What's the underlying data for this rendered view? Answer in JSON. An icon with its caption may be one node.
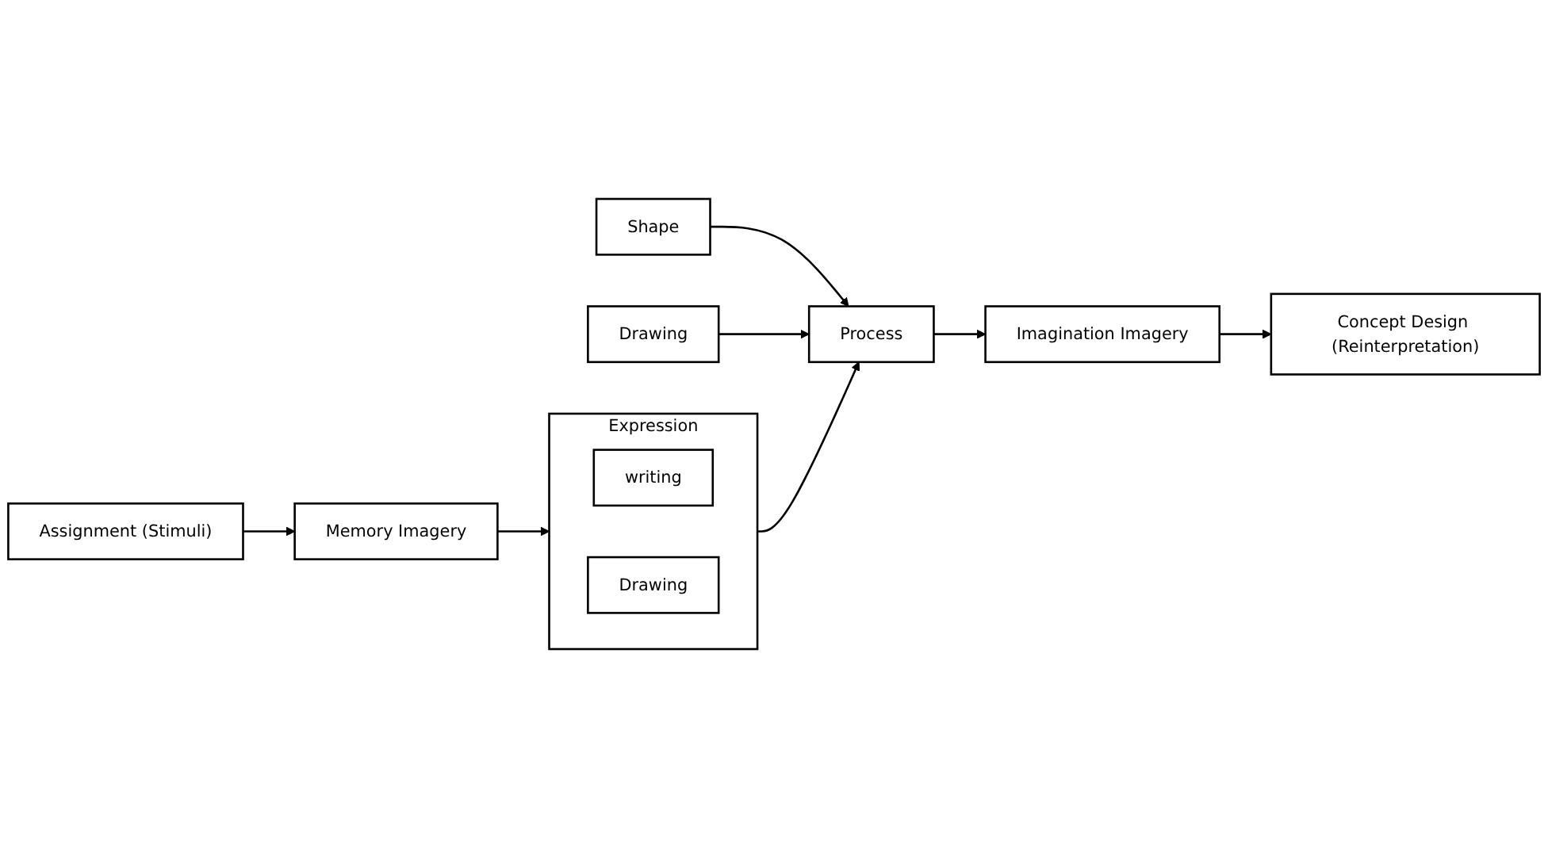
{
  "diagram": {
    "nodes": [
      {
        "text": [
          "Assignment (Stimuli)"
        ]
      },
      {
        "text": [
          "Memory Imagery"
        ]
      },
      {
        "text": [
          "Expression"
        ]
      },
      {
        "text": [
          "writing"
        ],
        "in": 2
      },
      {
        "text": [
          "Drawing"
        ],
        "in": 2
      },
      {
        "text": [
          "Shape"
        ]
      },
      {
        "text": [
          "Process"
        ]
      },
      {
        "text": [
          "Drawing"
        ]
      },
      {
        "text": [
          "Imagination Imagery"
        ]
      },
      {
        "text": [
          "Concept Design (Reinterpretation)"
        ]
      }
    ],
    "edges": [
      {
        "from": 0,
        "to": 1,
        "arrow": "to"
      },
      {
        "from": 1,
        "to": 2,
        "arrow": "to"
      },
      {
        "from": 2,
        "to": 6,
        "arrow": "to"
      },
      {
        "from": 5,
        "to": 6,
        "arrow": "to"
      },
      {
        "from": 7,
        "to": 6,
        "arrow": "to"
      },
      {
        "from": 6,
        "to": 8,
        "arrow": "to"
      },
      {
        "from": 8,
        "to": 9,
        "arrow": "to"
      }
    ]
  }
}
